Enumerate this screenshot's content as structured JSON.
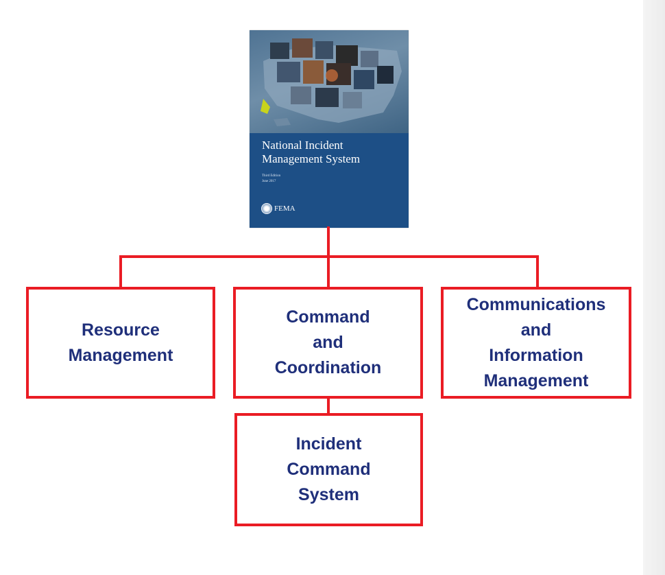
{
  "cover": {
    "title": "National Incident Management System",
    "edition": "Third Edition",
    "date": "June 2017",
    "agency": "FEMA"
  },
  "boxes": {
    "resource_management": "Resource\nManagement",
    "command_coordination": "Command\nand\nCoordination",
    "communications": "Communications\nand\nInformation\nManagement",
    "ics": "Incident\nCommand\nSystem"
  },
  "colors": {
    "box_border": "#ea1c24",
    "box_text": "#1f2f7a",
    "cover_blue": "#1d4f86"
  }
}
